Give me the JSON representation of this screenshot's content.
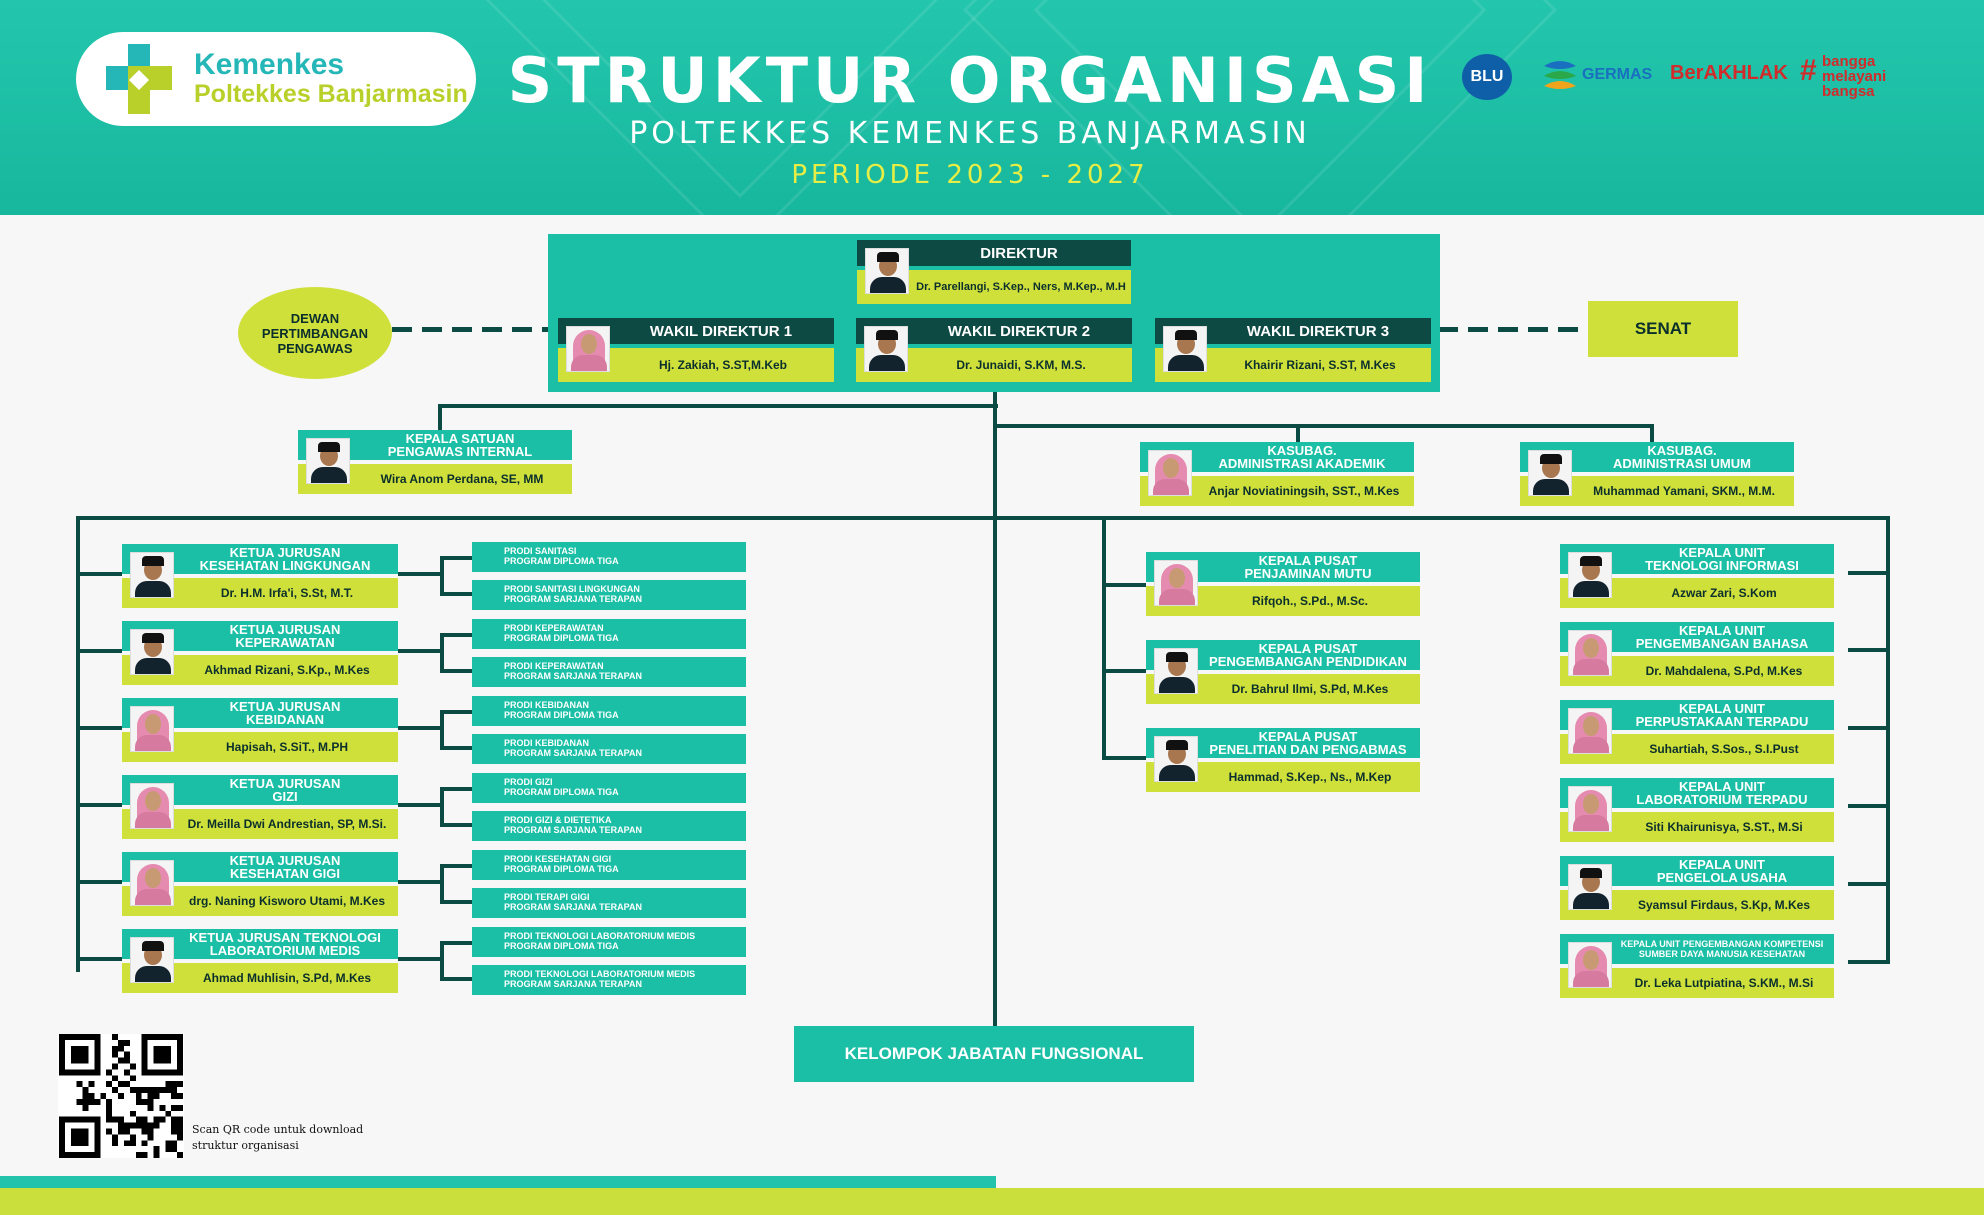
{
  "header": {
    "logo_line1": "Kemenkes",
    "logo_line2": "Poltekkes Banjarmasin",
    "title": "STRUKTUR ORGANISASI",
    "subtitle": "POLTEKKES KEMENKES BANJARMASIN",
    "period": "PERIODE 2023 - 2027",
    "partners": {
      "blu": "BLU",
      "germas": "GERMAS",
      "berakhlak": "BerAKHLAK",
      "bangga": [
        "bangga",
        "melayani",
        "bangsa"
      ]
    }
  },
  "colors": {
    "teal": "#1bbfa6",
    "dark": "#0e4a44",
    "lime": "#cfe03a",
    "line": "#0c4a44"
  },
  "top": {
    "direktur": {
      "title": "DIREKTUR",
      "name": "Dr. Parellangi, S.Kep., Ners, M.Kep., M.H"
    },
    "wakil": [
      {
        "title": "WAKIL DIREKTUR 1",
        "name": "Hj. Zakiah, S.ST,M.Keb"
      },
      {
        "title": "WAKIL DIREKTUR 2",
        "name": "Dr. Junaidi, S.KM, M.S."
      },
      {
        "title": "WAKIL DIREKTUR 3",
        "name": "Khairir Rizani, S.ST, M.Kes"
      }
    ],
    "dewan": [
      "DEWAN",
      "PERTIMBANGAN",
      "PENGAWAS"
    ],
    "senat": "SENAT"
  },
  "mid": {
    "spi": {
      "title": [
        "KEPALA SATUAN",
        "PENGAWAS INTERNAL"
      ],
      "name": "Wira Anom Perdana, SE, MM"
    },
    "akademik": {
      "title": [
        "KASUBAG.",
        "ADMINISTRASI AKADEMIK"
      ],
      "name": "Anjar Noviatiningsih, SST., M.Kes"
    },
    "umum": {
      "title": [
        "KASUBAG.",
        "ADMINISTRASI UMUM"
      ],
      "name": "Muhammad Yamani, SKM., M.M."
    }
  },
  "jurusan": [
    {
      "title": [
        "KETUA JURUSAN",
        "KESEHATAN LINGKUNGAN"
      ],
      "name": "Dr. H.M. Irfa'i, S.St, M.T.",
      "prodi": [
        [
          "PRODI SANITASI",
          "PROGRAM DIPLOMA TIGA"
        ],
        [
          "PRODI SANITASI LINGKUNGAN",
          "PROGRAM SARJANA TERAPAN"
        ]
      ]
    },
    {
      "title": [
        "KETUA JURUSAN",
        "KEPERAWATAN"
      ],
      "name": "Akhmad Rizani, S.Kp., M.Kes",
      "prodi": [
        [
          "PRODI KEPERAWATAN",
          "PROGRAM DIPLOMA TIGA"
        ],
        [
          "PRODI KEPERAWATAN",
          "PROGRAM SARJANA TERAPAN"
        ]
      ]
    },
    {
      "title": [
        "KETUA JURUSAN",
        "KEBIDANAN"
      ],
      "name": "Hapisah, S.SiT., M.PH",
      "prodi": [
        [
          "PRODI KEBIDANAN",
          "PROGRAM DIPLOMA TIGA"
        ],
        [
          "PRODI KEBIDANAN",
          "PROGRAM SARJANA TERAPAN"
        ]
      ]
    },
    {
      "title": [
        "KETUA JURUSAN",
        "GIZI"
      ],
      "name": "Dr. Meilla Dwi Andrestian, SP, M.Si.",
      "prodi": [
        [
          "PRODI GIZI",
          "PROGRAM DIPLOMA TIGA"
        ],
        [
          "PRODI GIZI & DIETETIKA",
          "PROGRAM SARJANA TERAPAN"
        ]
      ]
    },
    {
      "title": [
        "KETUA JURUSAN",
        "KESEHATAN GIGI"
      ],
      "name": "drg. Naning Kisworo Utami, M.Kes",
      "prodi": [
        [
          "PRODI KESEHATAN GIGI",
          "PROGRAM DIPLOMA TIGA"
        ],
        [
          "PRODI TERAPI GIGI",
          "PROGRAM SARJANA TERAPAN"
        ]
      ]
    },
    {
      "title": [
        "KETUA JURUSAN TEKNOLOGI",
        "LABORATORIUM MEDIS"
      ],
      "name": "Ahmad Muhlisin, S.Pd, M.Kes",
      "prodi": [
        [
          "PRODI TEKNOLOGI LABORATORIUM MEDIS",
          "PROGRAM DIPLOMA TIGA"
        ],
        [
          "PRODI TEKNOLOGI LABORATORIUM MEDIS",
          "PROGRAM SARJANA TERAPAN"
        ]
      ]
    }
  ],
  "pusat": [
    {
      "title": [
        "KEPALA PUSAT",
        "PENJAMINAN MUTU"
      ],
      "name": "Rifqoh., S.Pd., M.Sc."
    },
    {
      "title": [
        "KEPALA PUSAT",
        "PENGEMBANGAN PENDIDIKAN"
      ],
      "name": "Dr. Bahrul Ilmi, S.Pd, M.Kes"
    },
    {
      "title": [
        "KEPALA PUSAT",
        "PENELITIAN DAN PENGABMAS"
      ],
      "name": "Hammad, S.Kep., Ns., M.Kep"
    }
  ],
  "unit": [
    {
      "title": [
        "KEPALA UNIT",
        "TEKNOLOGI INFORMASI"
      ],
      "name": "Azwar Zari, S.Kom"
    },
    {
      "title": [
        "KEPALA UNIT",
        "PENGEMBANGAN BAHASA"
      ],
      "name": "Dr. Mahdalena, S.Pd, M.Kes"
    },
    {
      "title": [
        "KEPALA UNIT",
        "PERPUSTAKAAN TERPADU"
      ],
      "name": "Suhartiah, S.Sos., S.I.Pust"
    },
    {
      "title": [
        "KEPALA UNIT",
        "LABORATORIUM TERPADU"
      ],
      "name": "Siti Khairunisya, S.ST., M.Si"
    },
    {
      "title": [
        "KEPALA UNIT",
        "PENGELOLA USAHA"
      ],
      "name": "Syamsul Firdaus, S.Kp, M.Kes"
    },
    {
      "title": [
        "KEPALA UNIT PENGEMBANGAN KOMPETENSI",
        "SUMBER DAYA MANUSIA KESEHATAN"
      ],
      "name": "Dr. Leka Lutpiatina, S.KM., M.Si"
    }
  ],
  "fungsional": "KELOMPOK JABATAN FUNGSIONAL",
  "qr_caption": [
    "Scan QR code untuk download",
    "struktur organisasi"
  ]
}
